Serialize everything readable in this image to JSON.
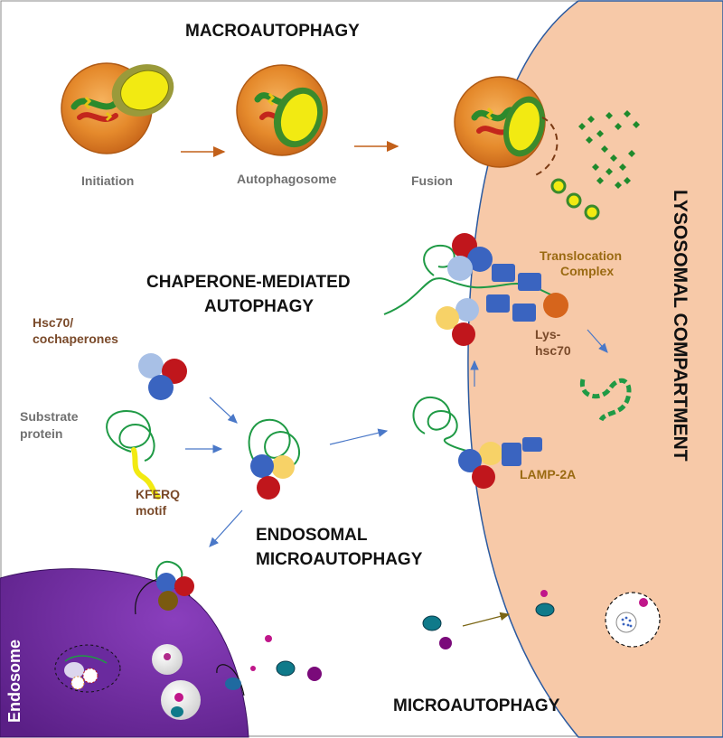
{
  "headings": {
    "macroautophagy": "MACROAUTOPHAGY",
    "cma_line1": "CHAPERONE-MEDIATED",
    "cma_line2": "AUTOPHAGY",
    "emi_line1": "ENDOSOMAL",
    "emi_line2": "MICROAUTOPHAGY",
    "microautophagy": "MICROAUTOPHAGY"
  },
  "macro_steps": [
    "Initiation",
    "Autophagosome",
    "Fusion"
  ],
  "labels": {
    "hsc70_line1": "Hsc70/",
    "hsc70_line2": "cochaperones",
    "substrate_line1": "Substrate",
    "substrate_line2": "protein",
    "kferq_line1": "KFERQ",
    "kferq_line2": "motif",
    "translocation_line1": "Translocation",
    "translocation_line2": "Complex",
    "lys_line1": "Lys-",
    "lys_line2": "hsc70",
    "lamp": "LAMP-2A",
    "lysosomal_compartment": "LYSOSOMAL COMPARTMENT",
    "endosome": "Endosome"
  },
  "colors": {
    "lysosome_fill": "#f7c9a8",
    "lysosome_border": "#2b5aa0",
    "endosome_fill": "#6e2a9e",
    "arrow_blue": "#4a78c8",
    "arrow_orange": "#c2601a",
    "arrow_olive": "#7a6514",
    "protein_green": "#1f9a45",
    "chaperone_red": "#c0161c",
    "chaperone_blue": "#3a64c0",
    "chaperone_lightblue": "#a8c0e6",
    "chaperone_yellow": "#f7d267",
    "lys_hsc70": "#d6651c",
    "vesicle_orange": "#e08a2c",
    "vesicle_yellow": "#f2ea12"
  }
}
